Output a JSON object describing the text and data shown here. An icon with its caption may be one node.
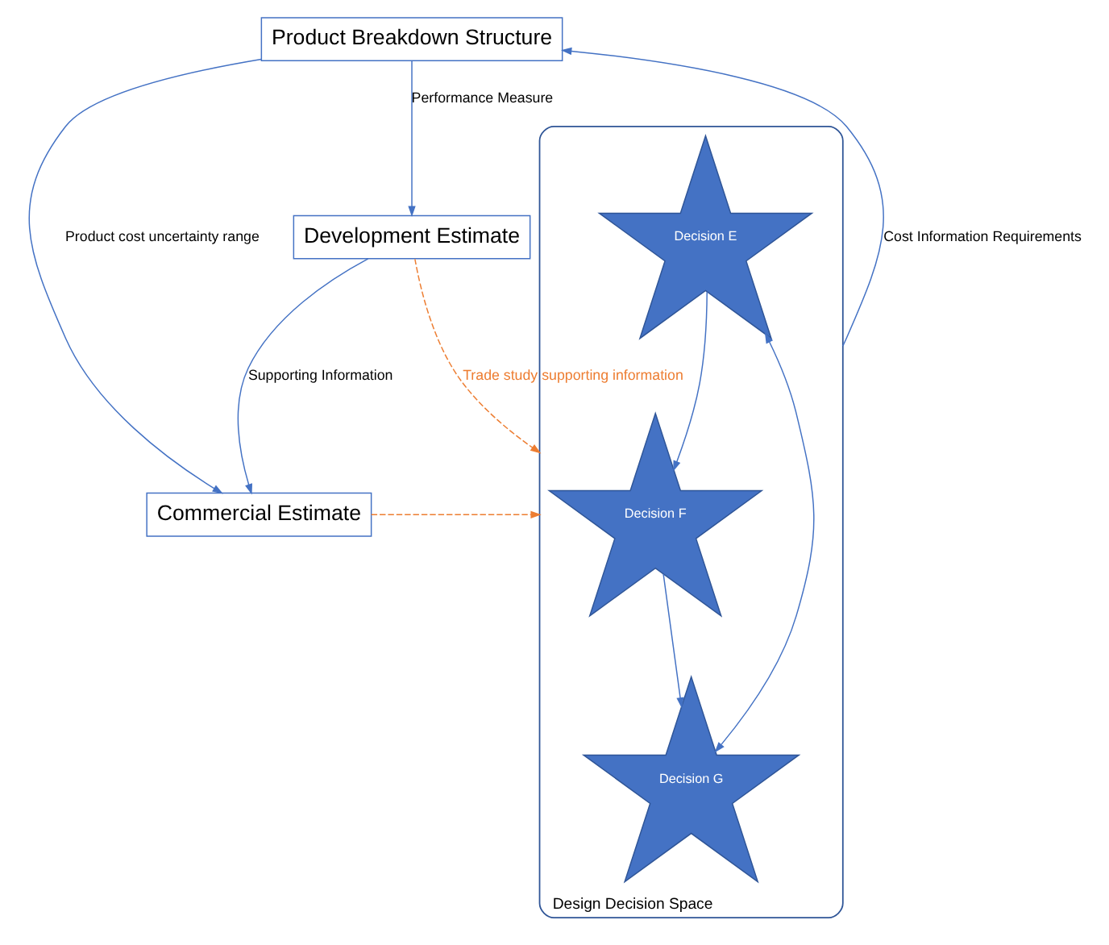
{
  "diagram": {
    "nodes": [
      {
        "text": [
          "Development Estimate"
        ]
      },
      {
        "text": [
          "Product Breakdown Structure"
        ]
      },
      {
        "text": [
          "Commercial Estimate"
        ]
      },
      {
        "text": [
          "Design Decision Space"
        ]
      },
      {
        "text": [
          "Decision F"
        ],
        "in": 3
      },
      {
        "text": [
          "Decision E"
        ],
        "in": 3
      },
      {
        "text": [
          "Decision G"
        ],
        "in": 3
      }
    ],
    "edges": [
      {
        "from": 1,
        "to": 0,
        "arrow": "to",
        "label": "Performance Measure"
      },
      {
        "from": 0,
        "to": 2,
        "arrow": "to",
        "label": "Supporting Information"
      },
      {
        "from": 1,
        "to": 2,
        "arrow": "to",
        "label": "Product cost uncertainty range"
      },
      {
        "from": 3,
        "to": 1,
        "arrow": "to",
        "label": "Cost Information Requirements"
      },
      {
        "from": 0,
        "to": 3,
        "arrow": "to",
        "label": "Trade study supporting information",
        "style": "dashed",
        "color": "#ed7d31"
      },
      {
        "from": 2,
        "to": 3,
        "arrow": "to",
        "style": "dashed",
        "color": "#ed7d31"
      },
      {
        "from": 5,
        "to": 4,
        "arrow": "to"
      },
      {
        "from": 4,
        "to": 6,
        "arrow": "to"
      },
      {
        "from": 5,
        "to": 6,
        "arrow": "both"
      }
    ]
  }
}
